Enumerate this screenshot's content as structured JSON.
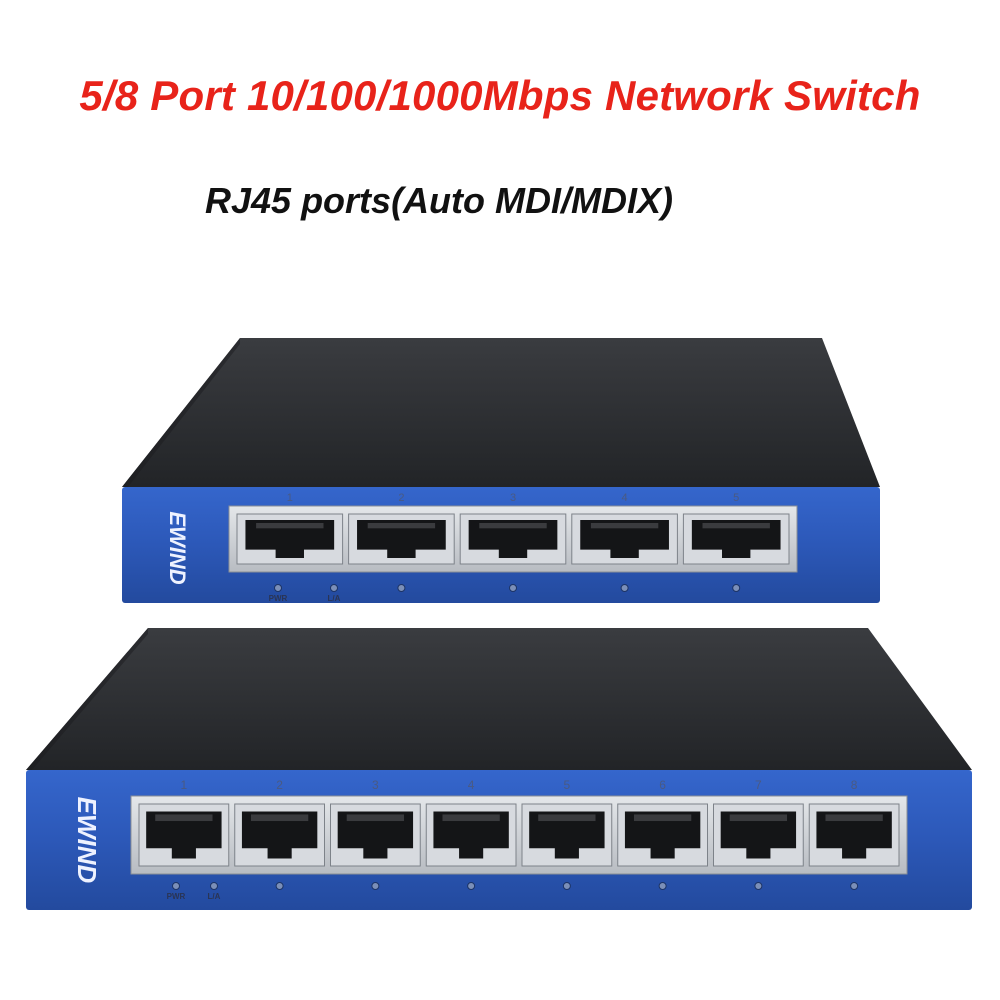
{
  "headline": "5/8 Port 10/100/1000Mbps Network Switch",
  "subheadline": "RJ45 ports(Auto MDI/MDIX)",
  "colors": {
    "headline": "#e8231a",
    "subheadline": "#111111",
    "case_top": "#2b2d31",
    "front_panel": "#2f5fc4",
    "port_frame": "#c8ccd2"
  },
  "switches": [
    {
      "brand": "EWIND",
      "port_numbers": [
        "1",
        "2",
        "3",
        "4",
        "5"
      ],
      "led_labels": [
        "PWR",
        "L/A"
      ]
    },
    {
      "brand": "EWIND",
      "port_numbers": [
        "1",
        "2",
        "3",
        "4",
        "5",
        "6",
        "7",
        "8"
      ],
      "led_labels": [
        "PWR",
        "L/A"
      ]
    }
  ]
}
